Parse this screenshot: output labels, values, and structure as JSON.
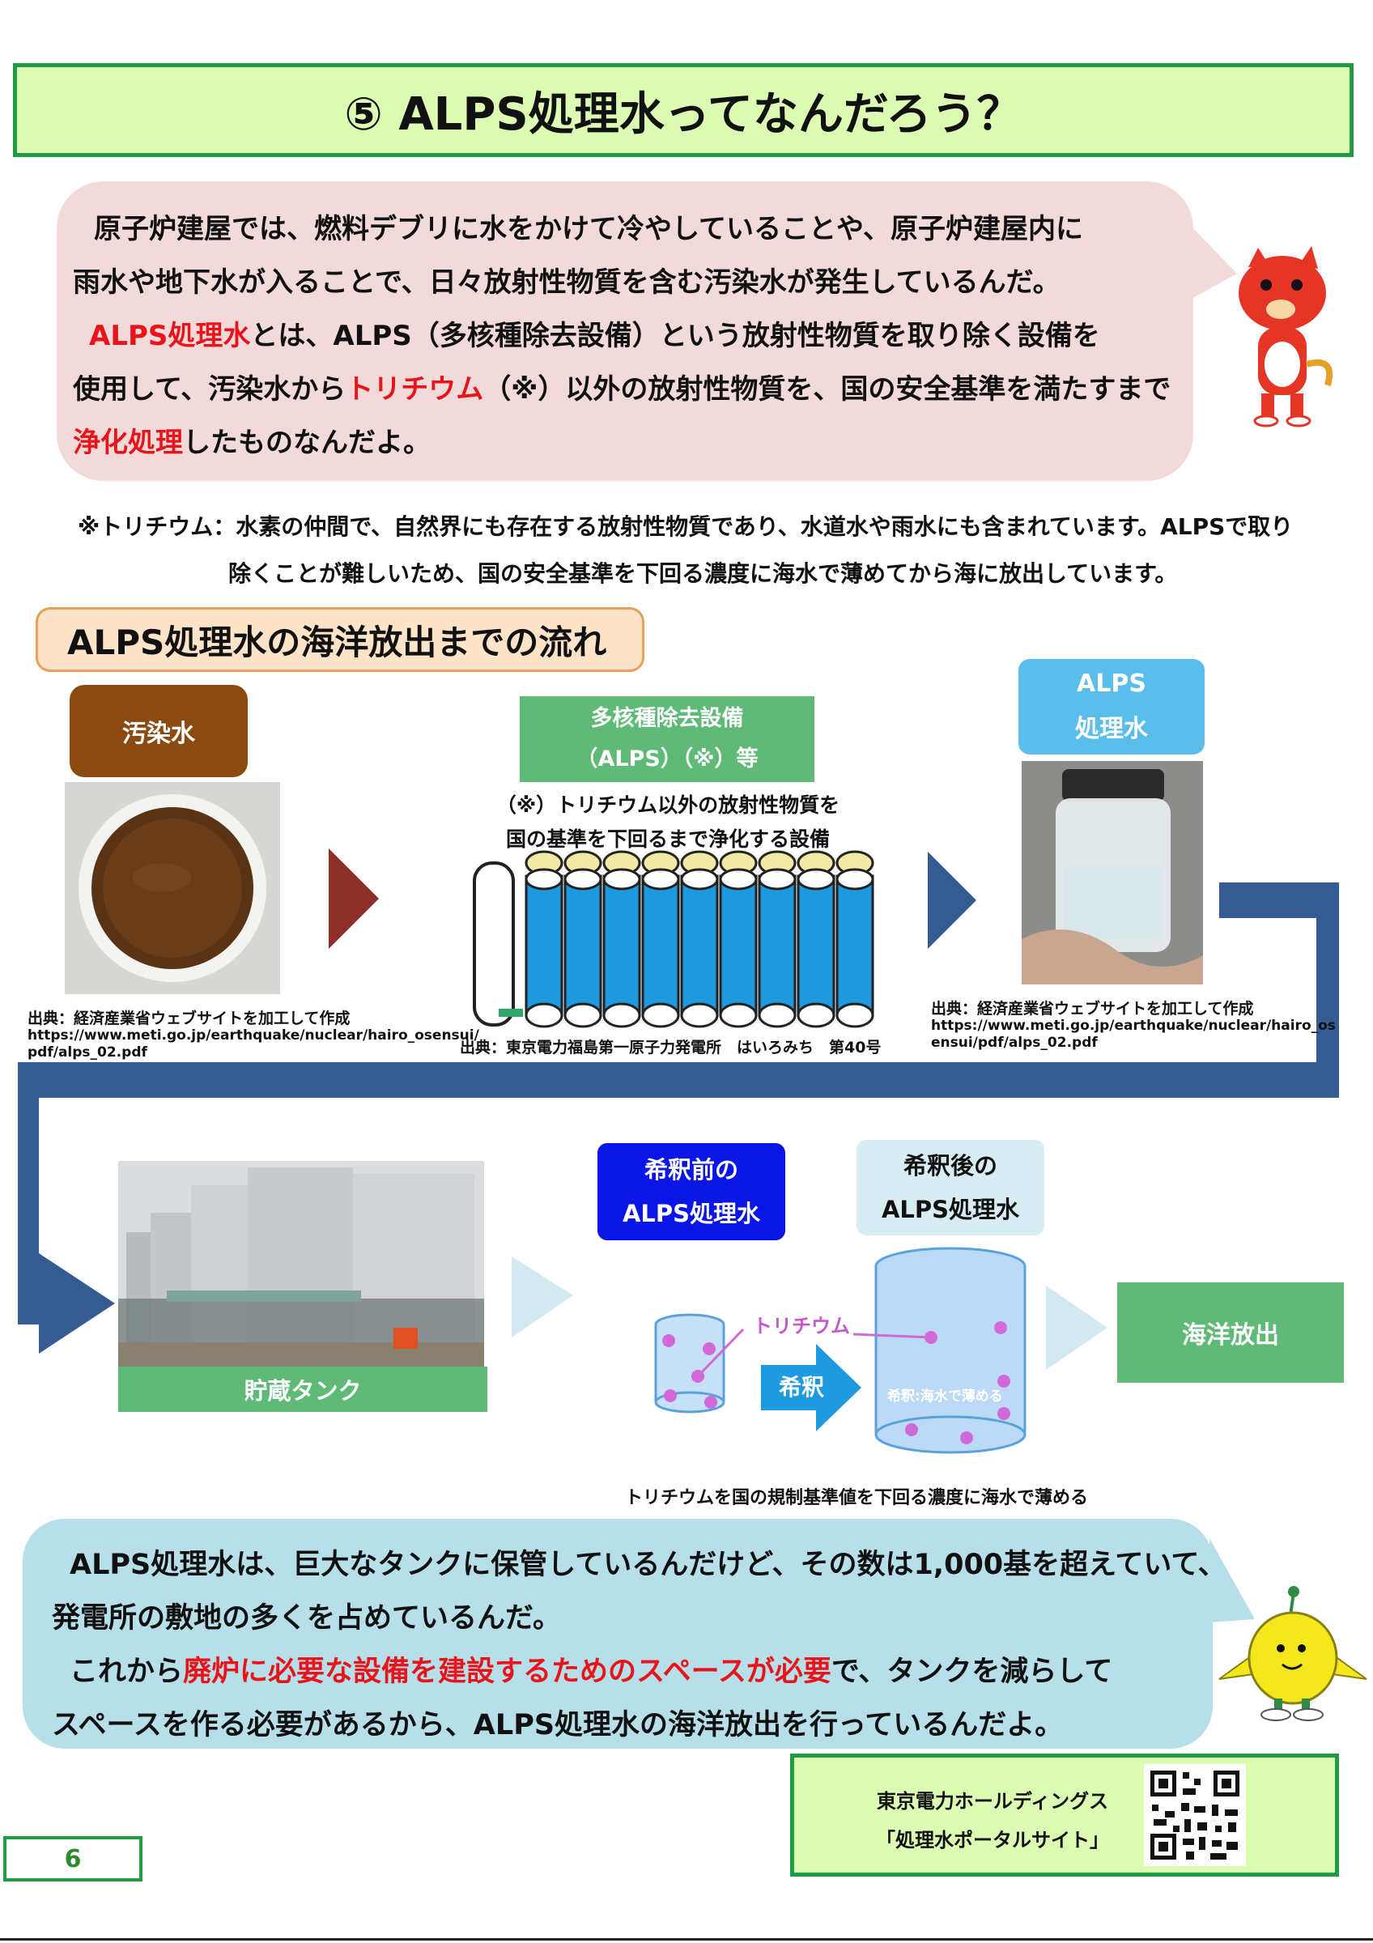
{
  "header": {
    "title": "⑤ ALPS処理水ってなんだろう？"
  },
  "intro": {
    "l1": "原子炉建屋では、燃料デブリに水をかけて冷やしていることや、原子炉建屋内に",
    "l2": "雨水や地下水が入ることで、日々放射性物質を含む汚染水が発生しているんだ。",
    "l3a": "ALPS処理水",
    "l3b": "とは、ALPS（多核種除去設備）という放射性物質を取り除く設備を",
    "l4a": "使用して、汚染水から",
    "l4b": "トリチウム",
    "l4c": "（※）以外の放射性物質を、国の安全基準を満たすまで",
    "l5a": "浄化処理",
    "l5b": "したものなんだよ。"
  },
  "note": {
    "l1": "※トリチウム：水素の仲間で、自然界にも存在する放射性物質であり、水道水や雨水にも含まれています。ALPSで取り",
    "l2": "除くことが難しいため、国の安全基準を下回る濃度に海水で薄めてから海に放出しています。"
  },
  "flow": {
    "title": "ALPS処理水の海洋放出までの流れ",
    "contaminated_label": "汚染水",
    "alps_label_1": "多核種除去設備",
    "alps_label_2": "（ALPS）（※）等",
    "alps_note_1": "（※）トリチウム以外の放射性物質を",
    "alps_note_2": "国の基準を下回るまで浄化する設備",
    "treated_label_1": "ALPS",
    "treated_label_2": "処理水",
    "src1_1": "出典：経済産業省ウェブサイトを加工して作成",
    "src1_2": "https://www.meti.go.jp/earthquake/nuclear/hairo_osensui/",
    "src1_3": "pdf/alps_02.pdf",
    "src2": "出典：東京電力福島第一原子力発電所　はいろみち　第40号",
    "src3_1": "出典：経済産業省ウェブサイトを加工して作成",
    "src3_2": "https://www.meti.go.jp/earthquake/nuclear/hairo_os",
    "src3_3": "ensui/pdf/alps_02.pdf",
    "tank_label": "貯蔵タンク",
    "before_1": "希釈前の",
    "before_2": "ALPS処理水",
    "after_1": "希釈後の",
    "after_2": "ALPS処理水",
    "tritium_label": "トリチウム",
    "dilute_label": "希釈",
    "dilute_note": "希釈:海水で薄める",
    "release_label": "海洋放出",
    "caption": "トリチウムを国の規制基準値を下回る濃度に海水で薄める"
  },
  "closing": {
    "l1": "ALPS処理水は、巨大なタンクに保管しているんだけど、その数は1,000基を超えていて、",
    "l2": "発電所の敷地の多くを占めているんだ。",
    "l3a": "これから",
    "l3b": "廃炉に必要な設備を建設するためのスペースが必要",
    "l3c": "で、タンクを減らして",
    "l4": "スペースを作る必要があるから、ALPS処理水の海洋放出を行っているんだよ。"
  },
  "portal": {
    "l1": "東京電力ホールディングス",
    "l2": "「処理水ポータルサイト」"
  },
  "page_number": "6",
  "colors": {
    "title_bg": "#dcfcb4",
    "border_green": "#1f9a45",
    "accent_red": "#e8141a",
    "flow_blue": "#355b93"
  }
}
